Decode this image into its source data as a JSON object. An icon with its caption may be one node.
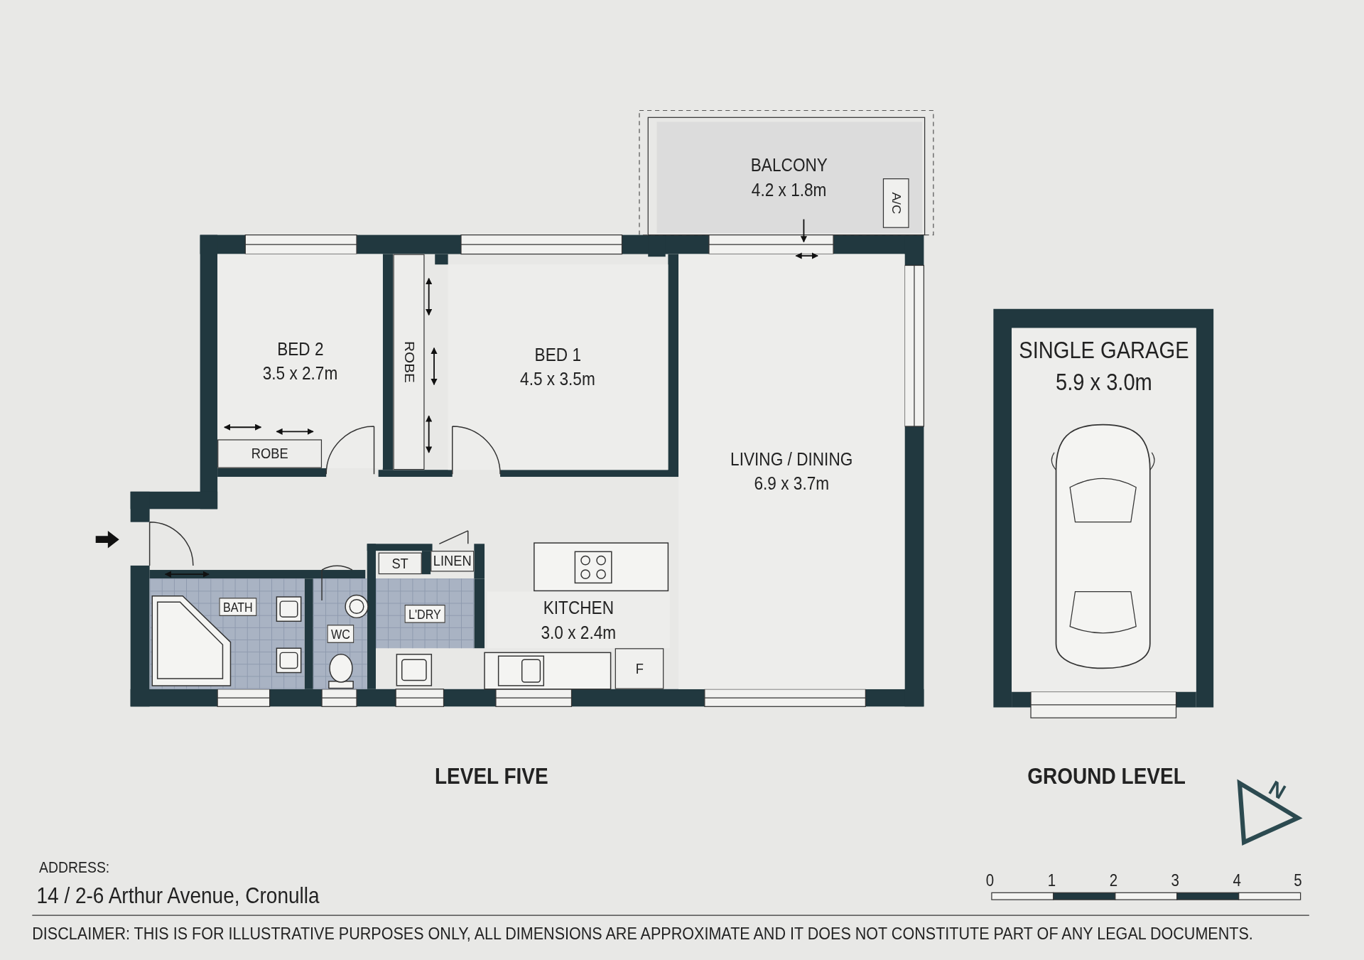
{
  "diagram": {
    "nodes": [
      {
        "text": [
          "BALCONY",
          "4.2 x 1.8m"
        ]
      },
      {
        "text": [
          "A/C"
        ],
        "in": 0
      },
      {
        "text": [
          "BED 2",
          "3.5 x 2.7m"
        ]
      },
      {
        "text": [
          "ROBE"
        ],
        "in": 2
      },
      {
        "text": [
          "ROBE"
        ]
      },
      {
        "text": [
          "BED 1",
          "4.5 x 3.5m"
        ]
      },
      {
        "text": [
          "LIVING / DINING",
          "6.9 x 3.7m"
        ]
      },
      {
        "text": [
          "ST"
        ]
      },
      {
        "text": [
          "LINEN"
        ]
      },
      {
        "text": [
          "BATH"
        ]
      },
      {
        "text": [
          "WC"
        ]
      },
      {
        "text": [
          "L'DRY"
        ]
      },
      {
        "text": [
          "KITCHEN",
          "3.0 x 2.4m"
        ]
      },
      {
        "text": [
          "F"
        ]
      },
      {
        "text": [
          "SINGLE GARAGE",
          "5.9 x 3.0m"
        ]
      }
    ],
    "edges": [],
    "labels": [
      "LEVEL FIVE",
      "GROUND LEVEL",
      "N",
      "ADDRESS:",
      "0",
      "1",
      "2",
      "3",
      "4",
      "5",
      "14 / 2-6 Arthur Avenue, Cronulla",
      "DISCLAIMER: THIS IS FOR ILLUSTRATIVE PURPOSES ONLY, ALL DIMENSIONS ARE APPROXIMATE AND IT DOES NOT CONSTITUTE PART OF ANY LEGAL DOCUMENTS."
    ]
  }
}
